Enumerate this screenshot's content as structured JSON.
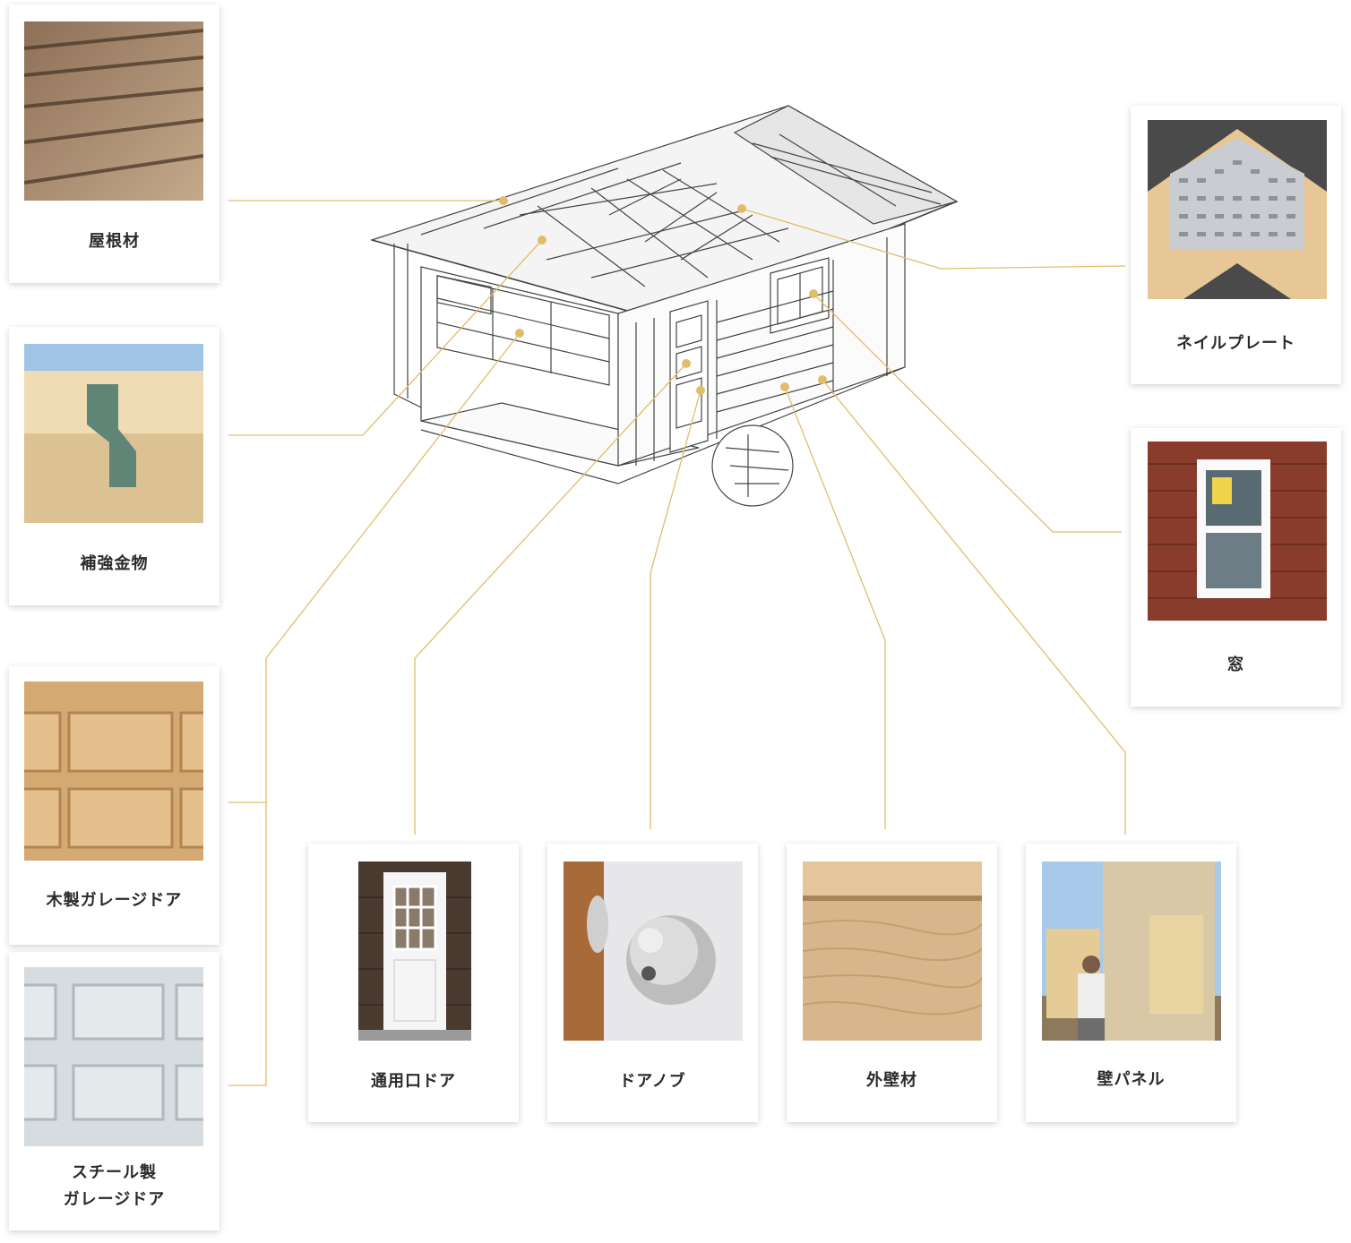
{
  "accent_color": "#e1bd6a",
  "parts": {
    "roofing": {
      "label": "屋根材",
      "icon": "roof-shingles-photo"
    },
    "bracket": {
      "label": "補強金物",
      "icon": "metal-bracket-photo"
    },
    "wood_garage_door": {
      "label": "木製ガレージドア",
      "icon": "wood-garage-door-photo"
    },
    "steel_garage_door": {
      "label_line1": "スチール製",
      "label_line2": "ガレージドア",
      "icon": "steel-garage-door-photo"
    },
    "entry_door": {
      "label": "通用口ドア",
      "icon": "entry-door-photo"
    },
    "door_knob": {
      "label": "ドアノブ",
      "icon": "door-knob-photo"
    },
    "siding": {
      "label": "外壁材",
      "icon": "siding-photo"
    },
    "wall_panel": {
      "label": "壁パネル",
      "icon": "wall-panel-photo"
    },
    "nail_plate": {
      "label": "ネイルプレート",
      "icon": "nail-plate-photo"
    },
    "window": {
      "label": "窓",
      "icon": "window-photo"
    }
  }
}
